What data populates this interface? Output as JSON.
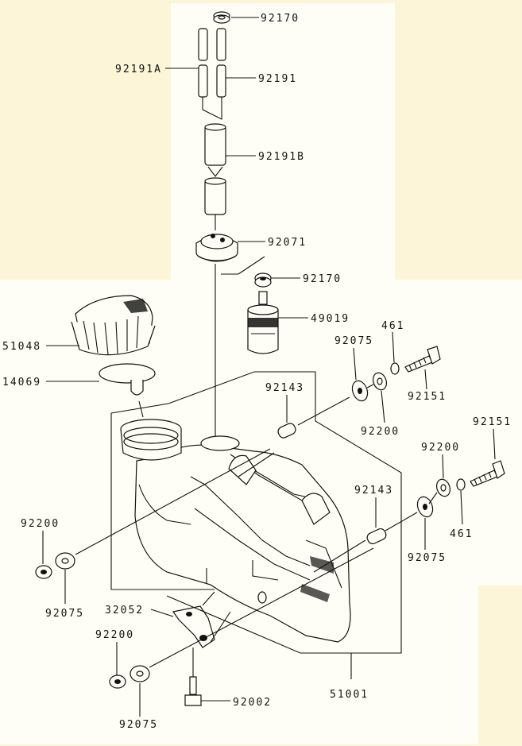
{
  "colors": {
    "background": "#fdf5d8",
    "panel": "#fffef6",
    "ink": "#111111"
  },
  "labels": {
    "l92170a": "92170",
    "l92191A": "92191A",
    "l92191": "92191",
    "l92191B": "92191B",
    "l92071": "92071",
    "l92170b": "92170",
    "l49019": "49019",
    "l51048": "51048",
    "l14069": "14069",
    "l92075a": "92075",
    "l461a": "461",
    "l92143a": "92143",
    "l92151a": "92151",
    "l92200a": "92200",
    "l92151b": "92151",
    "l92200b": "92200",
    "l92143b": "92143",
    "l461b": "461",
    "l92075b": "92075",
    "l92200c": "92200",
    "l92075c": "92075",
    "l32052": "32052",
    "l92200d": "92200",
    "l92075d": "92075",
    "l92002": "92002",
    "l51001": "51001"
  }
}
